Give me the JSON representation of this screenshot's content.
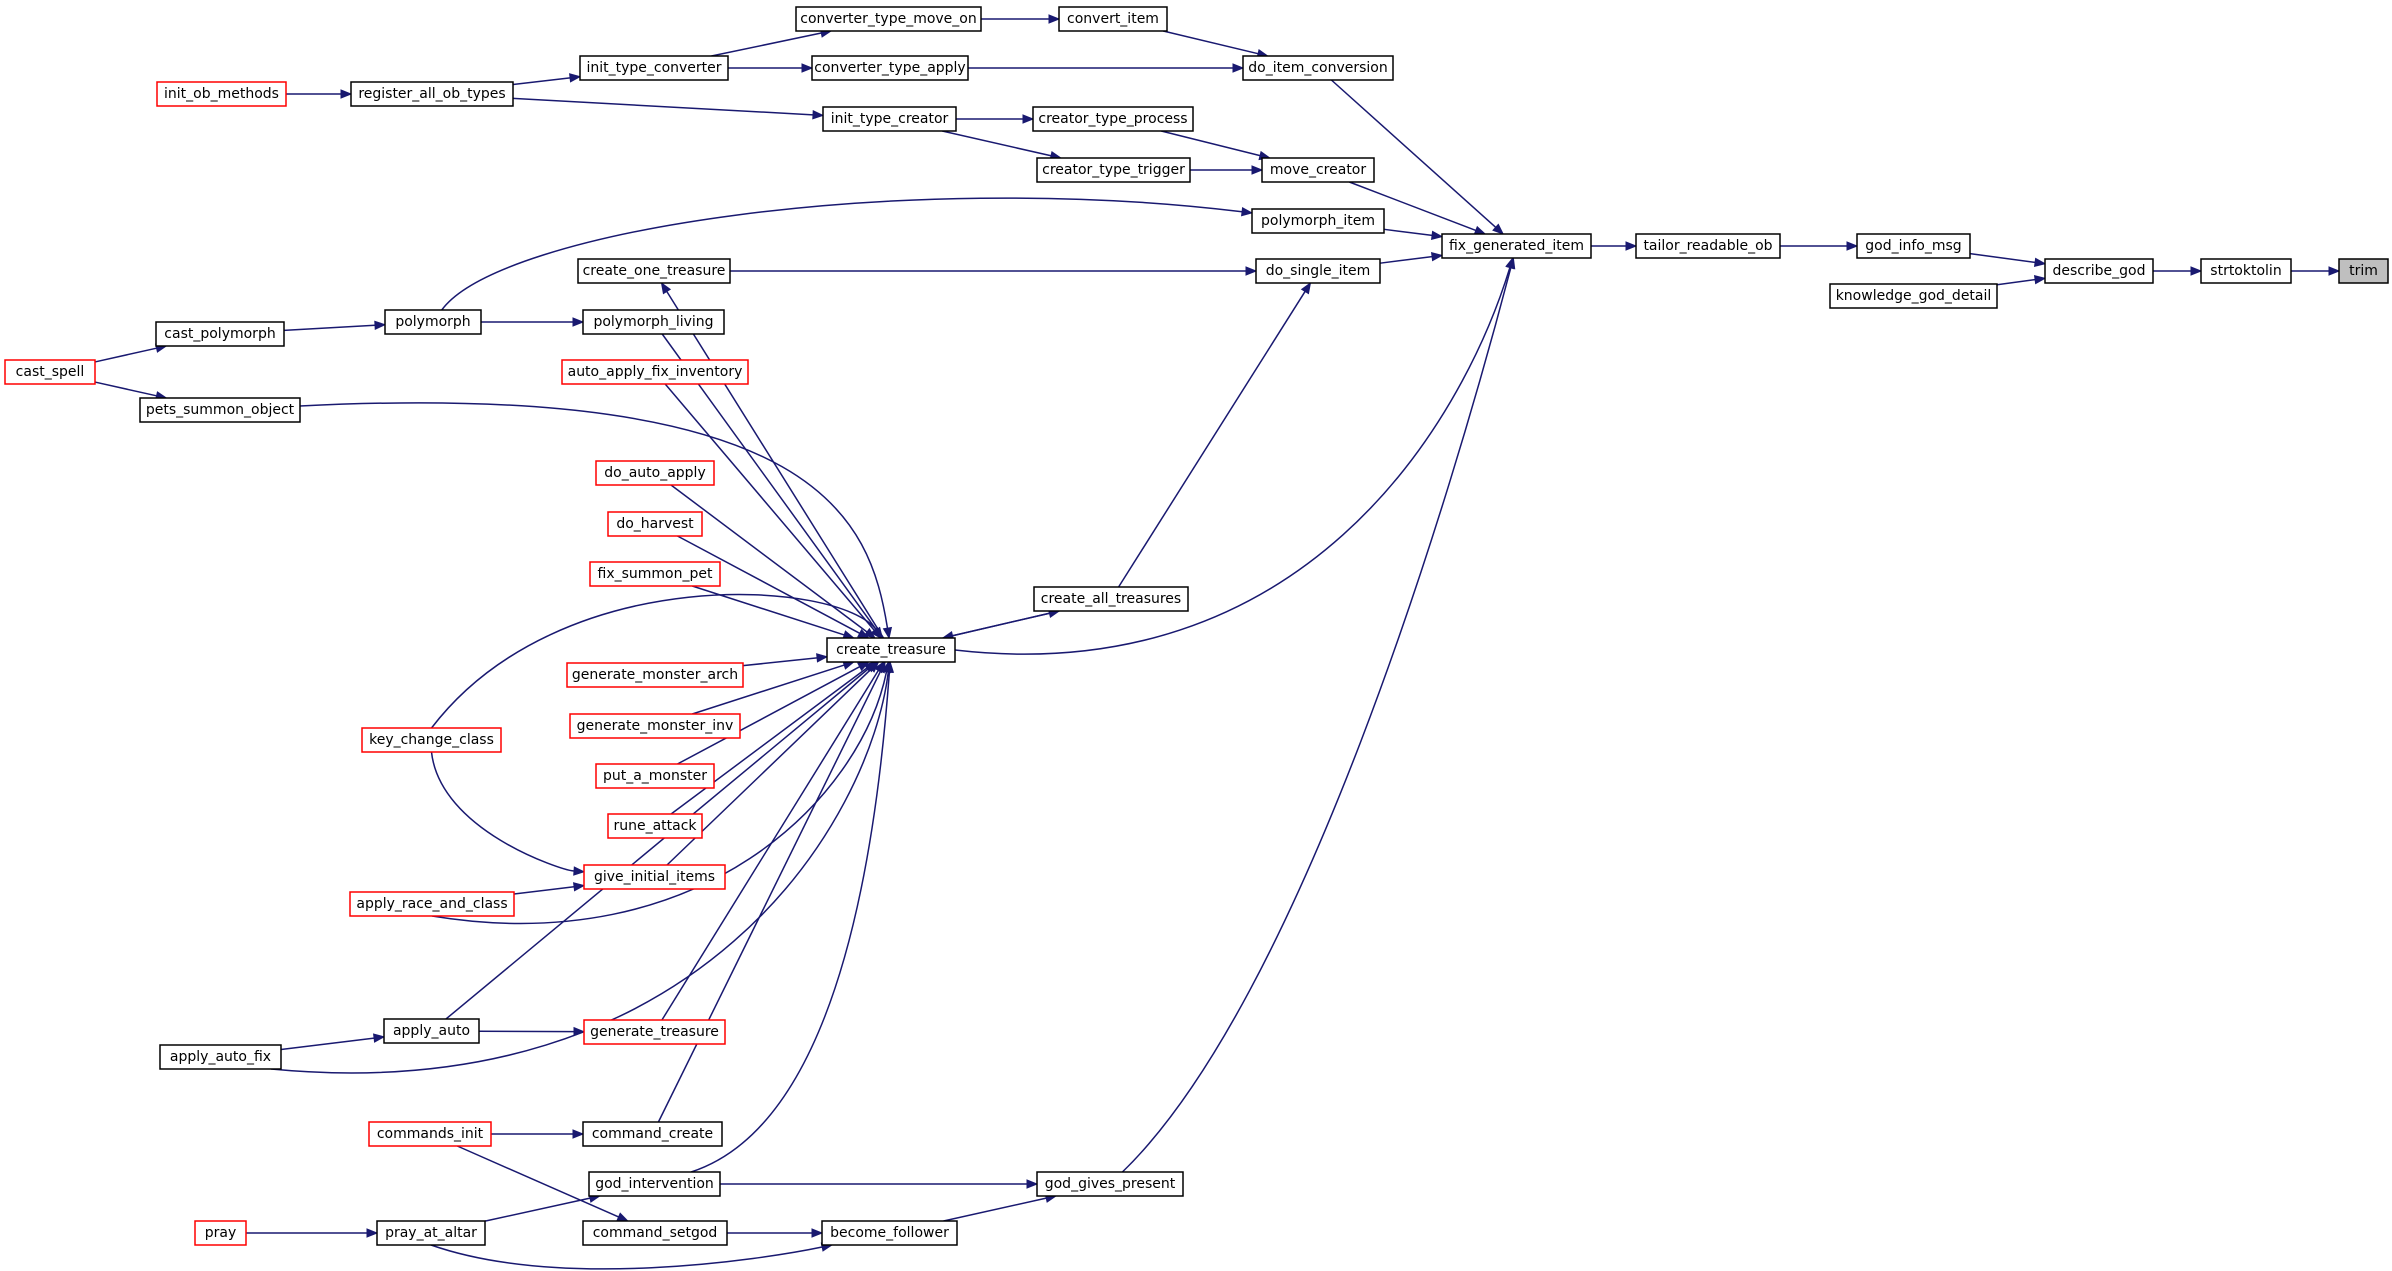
{
  "graph": {
    "colors": {
      "edge": "#191970",
      "node_border": "#000000",
      "truncated_border": "#ff0000",
      "target_fill": "#bfbfbf"
    },
    "nodes": [
      {
        "id": "trim",
        "label": "trim",
        "style": "target"
      },
      {
        "id": "strtoktolin",
        "label": "strtoktolin",
        "style": "normal"
      },
      {
        "id": "describe_god",
        "label": "describe_god",
        "style": "normal"
      },
      {
        "id": "god_info_msg",
        "label": "god_info_msg",
        "style": "normal"
      },
      {
        "id": "knowledge_god_detail",
        "label": "knowledge_god_detail",
        "style": "normal"
      },
      {
        "id": "tailor_readable_ob",
        "label": "tailor_readable_ob",
        "style": "normal"
      },
      {
        "id": "fix_generated_item",
        "label": "fix_generated_item",
        "style": "normal"
      },
      {
        "id": "do_item_conversion",
        "label": "do_item_conversion",
        "style": "normal"
      },
      {
        "id": "convert_item",
        "label": "convert_item",
        "style": "normal"
      },
      {
        "id": "converter_type_move_on",
        "label": "converter_type_move_on",
        "style": "normal"
      },
      {
        "id": "converter_type_apply",
        "label": "converter_type_apply",
        "style": "normal"
      },
      {
        "id": "init_type_converter",
        "label": "init_type_converter",
        "style": "normal"
      },
      {
        "id": "register_all_ob_types",
        "label": "register_all_ob_types",
        "style": "normal"
      },
      {
        "id": "init_ob_methods",
        "label": "init_ob_methods",
        "style": "truncated"
      },
      {
        "id": "init_type_creator",
        "label": "init_type_creator",
        "style": "normal"
      },
      {
        "id": "creator_type_process",
        "label": "creator_type_process",
        "style": "normal"
      },
      {
        "id": "creator_type_trigger",
        "label": "creator_type_trigger",
        "style": "normal"
      },
      {
        "id": "move_creator",
        "label": "move_creator",
        "style": "normal"
      },
      {
        "id": "polymorph_item",
        "label": "polymorph_item",
        "style": "normal"
      },
      {
        "id": "do_single_item",
        "label": "do_single_item",
        "style": "normal"
      },
      {
        "id": "create_one_treasure",
        "label": "create_one_treasure",
        "style": "normal"
      },
      {
        "id": "polymorph",
        "label": "polymorph",
        "style": "normal"
      },
      {
        "id": "polymorph_living",
        "label": "polymorph_living",
        "style": "normal"
      },
      {
        "id": "cast_polymorph",
        "label": "cast_polymorph",
        "style": "normal"
      },
      {
        "id": "cast_spell",
        "label": "cast_spell",
        "style": "truncated"
      },
      {
        "id": "pets_summon_object",
        "label": "pets_summon_object",
        "style": "normal"
      },
      {
        "id": "auto_apply_fix_inventory",
        "label": "auto_apply_fix_inventory",
        "style": "truncated"
      },
      {
        "id": "do_auto_apply",
        "label": "do_auto_apply",
        "style": "truncated"
      },
      {
        "id": "do_harvest",
        "label": "do_harvest",
        "style": "truncated"
      },
      {
        "id": "fix_summon_pet",
        "label": "fix_summon_pet",
        "style": "truncated"
      },
      {
        "id": "create_treasure",
        "label": "create_treasure",
        "style": "normal"
      },
      {
        "id": "create_all_treasures",
        "label": "create_all_treasures",
        "style": "normal"
      },
      {
        "id": "generate_monster_arch",
        "label": "generate_monster_arch",
        "style": "truncated"
      },
      {
        "id": "generate_monster_inv",
        "label": "generate_monster_inv",
        "style": "truncated"
      },
      {
        "id": "key_change_class",
        "label": "key_change_class",
        "style": "truncated"
      },
      {
        "id": "put_a_monster",
        "label": "put_a_monster",
        "style": "truncated"
      },
      {
        "id": "rune_attack",
        "label": "rune_attack",
        "style": "truncated"
      },
      {
        "id": "give_initial_items",
        "label": "give_initial_items",
        "style": "truncated"
      },
      {
        "id": "apply_race_and_class",
        "label": "apply_race_and_class",
        "style": "truncated"
      },
      {
        "id": "apply_auto",
        "label": "apply_auto",
        "style": "normal"
      },
      {
        "id": "generate_treasure",
        "label": "generate_treasure",
        "style": "truncated"
      },
      {
        "id": "apply_auto_fix",
        "label": "apply_auto_fix",
        "style": "normal"
      },
      {
        "id": "commands_init",
        "label": "commands_init",
        "style": "truncated"
      },
      {
        "id": "command_create",
        "label": "command_create",
        "style": "normal"
      },
      {
        "id": "god_intervention",
        "label": "god_intervention",
        "style": "normal"
      },
      {
        "id": "god_gives_present",
        "label": "god_gives_present",
        "style": "normal"
      },
      {
        "id": "pray",
        "label": "pray",
        "style": "truncated"
      },
      {
        "id": "pray_at_altar",
        "label": "pray_at_altar",
        "style": "normal"
      },
      {
        "id": "command_setgod",
        "label": "command_setgod",
        "style": "normal"
      },
      {
        "id": "become_follower",
        "label": "become_follower",
        "style": "normal"
      }
    ],
    "edges": [
      {
        "from": "strtoktolin",
        "to": "trim"
      },
      {
        "from": "describe_god",
        "to": "strtoktolin"
      },
      {
        "from": "god_info_msg",
        "to": "describe_god"
      },
      {
        "from": "knowledge_god_detail",
        "to": "describe_god"
      },
      {
        "from": "tailor_readable_ob",
        "to": "god_info_msg"
      },
      {
        "from": "fix_generated_item",
        "to": "tailor_readable_ob"
      },
      {
        "from": "do_item_conversion",
        "to": "fix_generated_item"
      },
      {
        "from": "move_creator",
        "to": "fix_generated_item"
      },
      {
        "from": "polymorph_item",
        "to": "fix_generated_item"
      },
      {
        "from": "do_single_item",
        "to": "fix_generated_item"
      },
      {
        "from": "create_treasure",
        "to": "fix_generated_item"
      },
      {
        "from": "god_gives_present",
        "to": "fix_generated_item"
      },
      {
        "from": "convert_item",
        "to": "do_item_conversion"
      },
      {
        "from": "converter_type_apply",
        "to": "do_item_conversion"
      },
      {
        "from": "converter_type_move_on",
        "to": "convert_item"
      },
      {
        "from": "init_type_converter",
        "to": "converter_type_move_on"
      },
      {
        "from": "init_type_converter",
        "to": "converter_type_apply"
      },
      {
        "from": "register_all_ob_types",
        "to": "init_type_converter"
      },
      {
        "from": "register_all_ob_types",
        "to": "init_type_creator"
      },
      {
        "from": "init_ob_methods",
        "to": "register_all_ob_types"
      },
      {
        "from": "init_type_creator",
        "to": "creator_type_process"
      },
      {
        "from": "init_type_creator",
        "to": "creator_type_trigger"
      },
      {
        "from": "creator_type_process",
        "to": "move_creator"
      },
      {
        "from": "creator_type_trigger",
        "to": "move_creator"
      },
      {
        "from": "polymorph",
        "to": "polymorph_item"
      },
      {
        "from": "polymorph",
        "to": "polymorph_living"
      },
      {
        "from": "cast_polymorph",
        "to": "polymorph"
      },
      {
        "from": "cast_spell",
        "to": "cast_polymorph"
      },
      {
        "from": "cast_spell",
        "to": "pets_summon_object"
      },
      {
        "from": "create_one_treasure",
        "to": "do_single_item"
      },
      {
        "from": "create_all_treasures",
        "to": "do_single_item"
      },
      {
        "from": "create_treasure",
        "to": "create_one_treasure"
      },
      {
        "from": "create_treasure",
        "to": "create_all_treasures"
      },
      {
        "from": "create_all_treasures",
        "to": "create_treasure"
      },
      {
        "from": "polymorph_living",
        "to": "create_treasure"
      },
      {
        "from": "pets_summon_object",
        "to": "create_treasure"
      },
      {
        "from": "auto_apply_fix_inventory",
        "to": "create_treasure"
      },
      {
        "from": "do_auto_apply",
        "to": "create_treasure"
      },
      {
        "from": "do_harvest",
        "to": "create_treasure"
      },
      {
        "from": "fix_summon_pet",
        "to": "create_treasure"
      },
      {
        "from": "generate_monster_arch",
        "to": "create_treasure"
      },
      {
        "from": "generate_monster_inv",
        "to": "create_treasure"
      },
      {
        "from": "key_change_class",
        "to": "create_treasure"
      },
      {
        "from": "put_a_monster",
        "to": "create_treasure"
      },
      {
        "from": "rune_attack",
        "to": "create_treasure"
      },
      {
        "from": "give_initial_items",
        "to": "create_treasure"
      },
      {
        "from": "apply_race_and_class",
        "to": "create_treasure"
      },
      {
        "from": "apply_auto",
        "to": "create_treasure"
      },
      {
        "from": "generate_treasure",
        "to": "create_treasure"
      },
      {
        "from": "apply_auto_fix",
        "to": "create_treasure"
      },
      {
        "from": "command_create",
        "to": "create_treasure"
      },
      {
        "from": "god_intervention",
        "to": "create_treasure"
      },
      {
        "from": "key_change_class",
        "to": "give_initial_items"
      },
      {
        "from": "apply_race_and_class",
        "to": "give_initial_items"
      },
      {
        "from": "apply_auto",
        "to": "generate_treasure"
      },
      {
        "from": "apply_auto_fix",
        "to": "apply_auto"
      },
      {
        "from": "commands_init",
        "to": "command_create"
      },
      {
        "from": "commands_init",
        "to": "command_setgod"
      },
      {
        "from": "god_intervention",
        "to": "god_gives_present"
      },
      {
        "from": "become_follower",
        "to": "god_gives_present"
      },
      {
        "from": "pray",
        "to": "pray_at_altar"
      },
      {
        "from": "pray_at_altar",
        "to": "god_intervention"
      },
      {
        "from": "pray_at_altar",
        "to": "become_follower"
      },
      {
        "from": "command_setgod",
        "to": "become_follower"
      }
    ]
  }
}
